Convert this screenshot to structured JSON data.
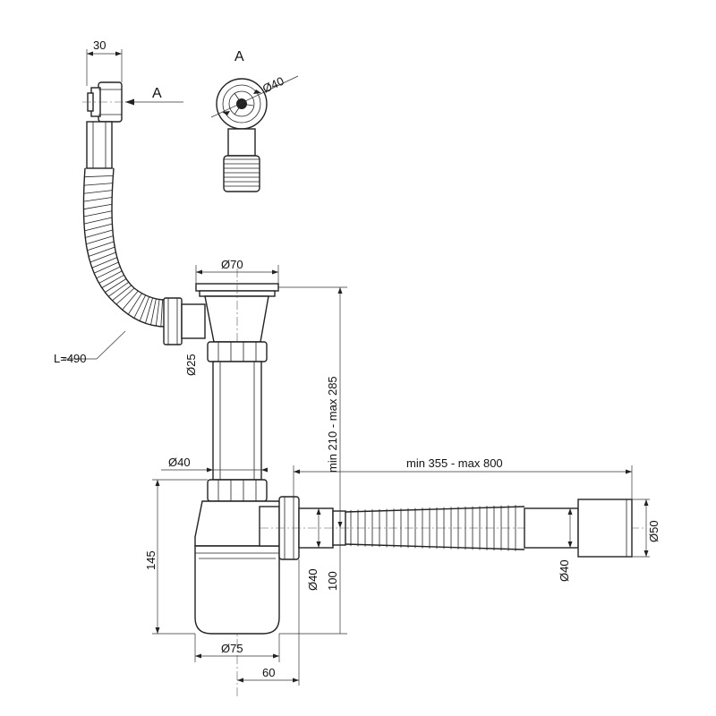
{
  "labels": {
    "top_width": "30",
    "view_marker_arrow": "A",
    "view_title": "A",
    "view_diameter": "Ø40",
    "top_diameter": "Ø70",
    "hose_length": "L=490",
    "inlet_diameter": "Ø25",
    "height_range": "min 210 - max 285",
    "tube_diameter": "Ø40",
    "outlet_length_range": "min 355 - max 800",
    "trap_height": "145",
    "outlet_diameter_1": "Ø40",
    "outlet_height": "100",
    "hose_diameter": "Ø40",
    "end_diameter": "Ø50",
    "bottom_diameter": "Ø75",
    "offset": "60"
  }
}
